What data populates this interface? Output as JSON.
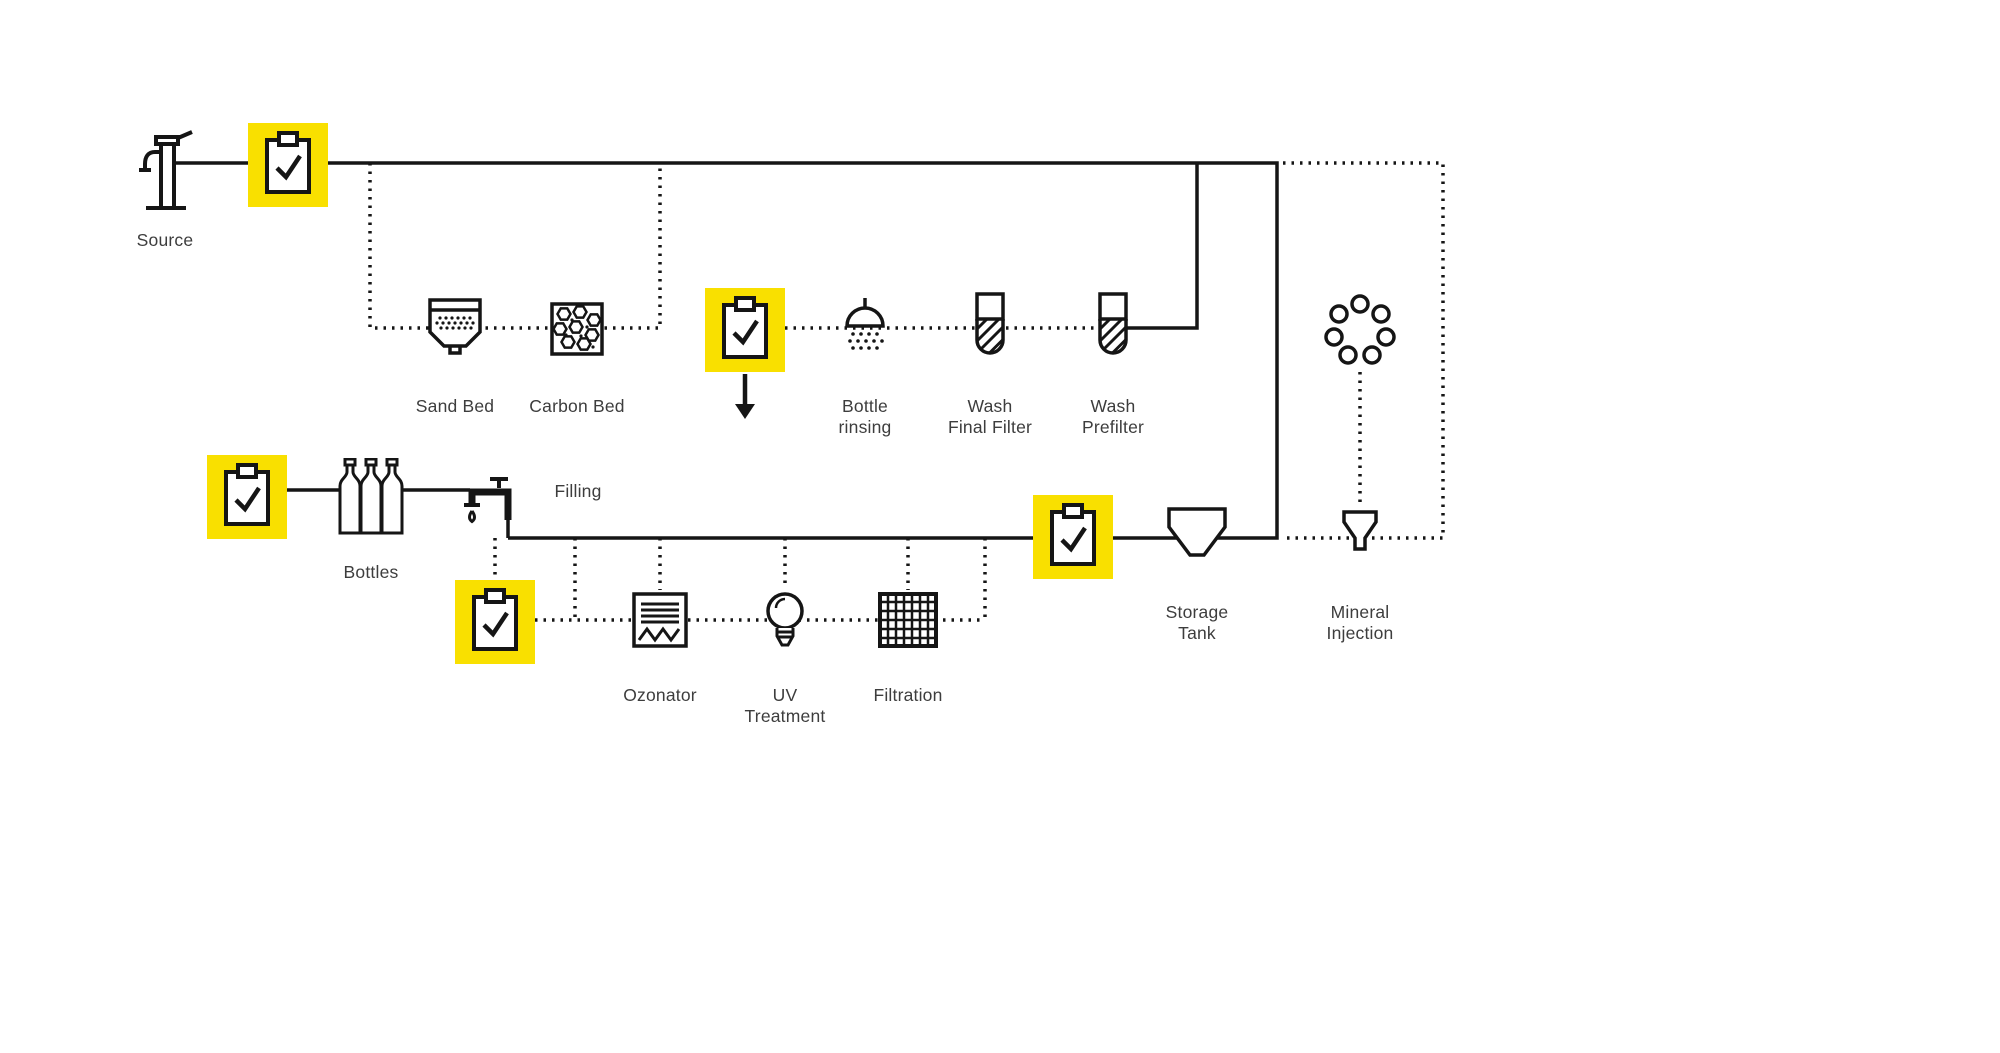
{
  "diagram": {
    "colors": {
      "highlight": "#F9E000",
      "line": "#151515",
      "label": "#3D3D3D",
      "background": "#FFFFFF"
    },
    "nodes": {
      "source": {
        "label": "Source",
        "icon": "hand-pump-icon"
      },
      "sand_bed": {
        "label": "Sand Bed",
        "icon": "sand-bed-icon"
      },
      "carbon_bed": {
        "label": "Carbon Bed",
        "icon": "carbon-bed-icon"
      },
      "bottle_rinsing": {
        "label": "Bottle\nrinsing",
        "icon": "shower-head-icon"
      },
      "wash_final_filter": {
        "label": "Wash\nFinal Filter",
        "icon": "filter-cartridge-icon"
      },
      "wash_prefilter": {
        "label": "Wash\nPrefilter",
        "icon": "filter-cartridge-icon"
      },
      "bottles": {
        "label": "Bottles",
        "icon": "bottles-icon"
      },
      "filling": {
        "label": "Filling",
        "icon": "faucet-icon"
      },
      "storage_tank": {
        "label": "Storage\nTank",
        "icon": "storage-tank-icon"
      },
      "mineral_injection": {
        "label": "Mineral\nInjection",
        "icon": "mineral-molecules-icon"
      },
      "ozonator": {
        "label": "Ozonator",
        "icon": "ozonator-icon"
      },
      "uv_treatment": {
        "label": "UV\nTreatment",
        "icon": "uv-lamp-icon"
      },
      "filtration": {
        "label": "Filtration",
        "icon": "filtration-mesh-icon"
      }
    },
    "checkpoints": [
      {
        "icon": "clipboard-check-icon"
      },
      {
        "icon": "clipboard-check-icon"
      },
      {
        "icon": "clipboard-check-icon"
      },
      {
        "icon": "clipboard-check-icon"
      },
      {
        "icon": "clipboard-check-icon"
      }
    ]
  }
}
